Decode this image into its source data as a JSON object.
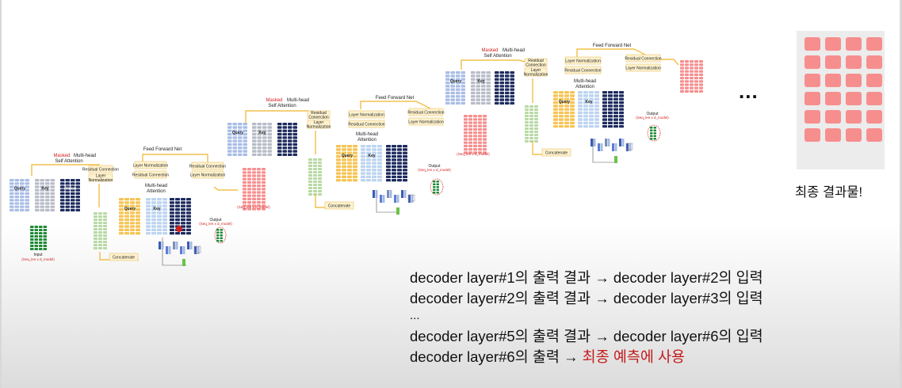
{
  "labels": {
    "masked": "Masked",
    "multihead_self_attention_1": "Multi-head",
    "multihead_self_attention_2": "Self Attention",
    "multihead_attention_1": "Multi-head",
    "multihead_attention_2": "Attention",
    "feed_forward": "Feed Forward Net",
    "residual": "Residual Connection",
    "layer_norm": "Layer Normalization",
    "residual_short_1": "Residual",
    "residual_short_2": "Connection",
    "layer_short_1": "Layer",
    "layer_short_2": "Normalization",
    "query": "Query",
    "key": "Key",
    "value": "Value",
    "concatenate": "Concatenate",
    "output": "Output",
    "output_dims": "(Seq_len x d_model)",
    "input": "Input",
    "input_dims": "(Seq_len x d_model)"
  },
  "colors": {
    "query_blue": "#a9bde6",
    "key_gray": "#b8bcc8",
    "value_navy": "#1c2a5e",
    "query_yellow": "#f6c453",
    "key_lightblue": "#bcd4f0",
    "green": "#b7d9a4",
    "pink": "#f78e8e",
    "box_fill": "#fff3cf",
    "box_stroke": "#e6c46a",
    "arrow": "#f0b429",
    "masked_red": "#d32020"
  },
  "ellipsis_dots": "...",
  "result": {
    "label": "최종 결과물!"
  },
  "caption": {
    "lines": [
      "decoder layer#1의 출력 결과 → decoder layer#2의 입력",
      "decoder layer#2의 출력 결과 → decoder layer#3의 입력",
      "...",
      "decoder layer#5의 출력 결과 → decoder layer#6의 입력"
    ],
    "last_line_prefix": "decoder layer#6의 출력 → ",
    "last_line_highlight": "최종 예측에 사용"
  }
}
